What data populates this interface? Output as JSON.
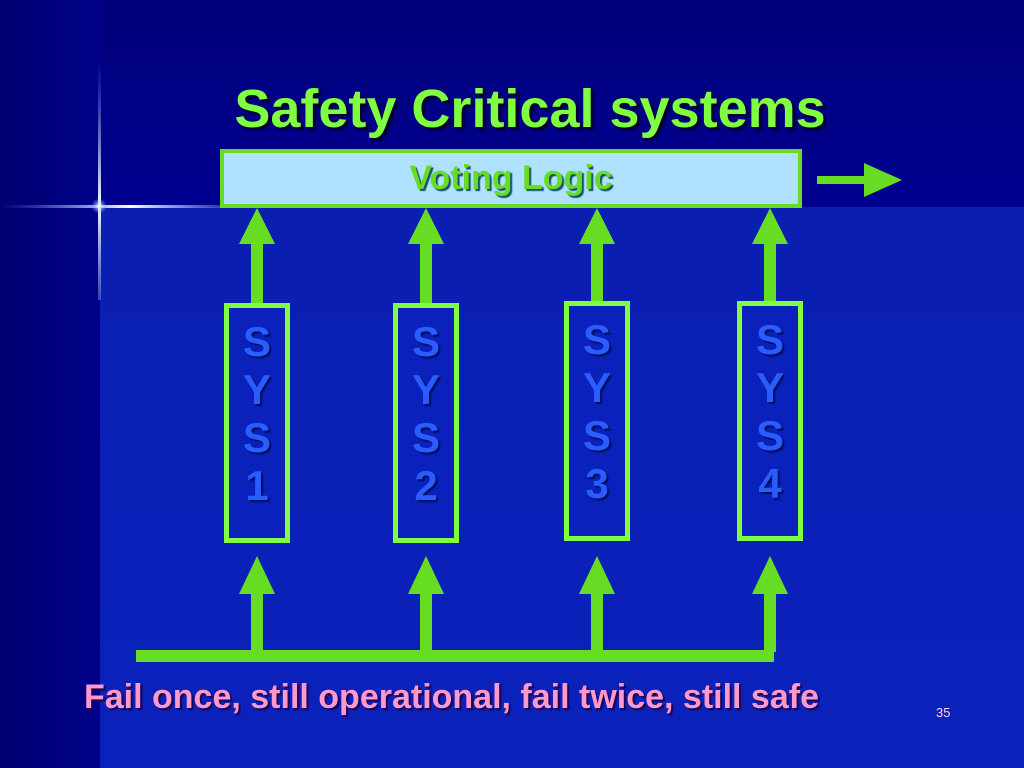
{
  "slide": {
    "title": "Safety Critical systems",
    "voting_logic": "Voting Logic",
    "systems": [
      {
        "letters": [
          "S",
          "Y",
          "S",
          "1"
        ]
      },
      {
        "letters": [
          "S",
          "Y",
          "S",
          "2"
        ]
      },
      {
        "letters": [
          "S",
          "Y",
          "S",
          "3"
        ]
      },
      {
        "letters": [
          "S",
          "Y",
          "S",
          "4"
        ]
      }
    ],
    "caption": "Fail once, still operational, fail twice, still safe",
    "page_number": "35"
  },
  "colors": {
    "background": "#000080",
    "title": "#80ff40",
    "arrows": "#66dd22",
    "voting_box_fill": "#aee2ff",
    "sys_text": "#2a5cff",
    "caption": "#ff99cc"
  }
}
